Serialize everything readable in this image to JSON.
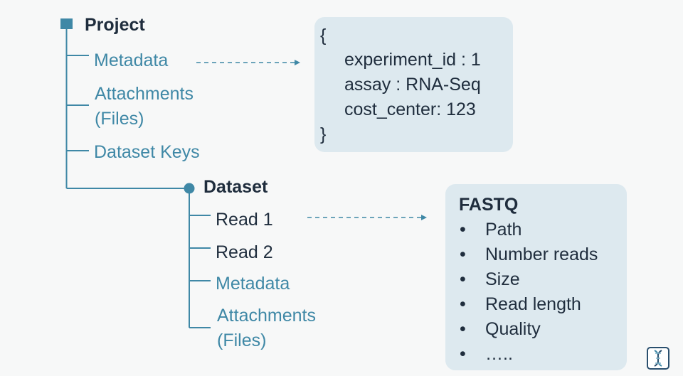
{
  "project": {
    "title": "Project",
    "items": [
      {
        "line1": "Metadata",
        "line2": ""
      },
      {
        "line1": "Attachments",
        "line2": "(Files)"
      },
      {
        "line1": "Dataset Keys",
        "line2": ""
      }
    ]
  },
  "dataset": {
    "title": "Dataset",
    "items": [
      {
        "line1": "Read 1",
        "line2": ""
      },
      {
        "line1": "Read 2",
        "line2": ""
      },
      {
        "line1": "Metadata",
        "line2": ""
      },
      {
        "line1": "Attachments",
        "line2": "(Files)"
      }
    ]
  },
  "metadata_box": {
    "lines": [
      "{",
      "experiment_id : 1",
      "assay : RNA-Seq",
      "cost_center: 123",
      "}"
    ]
  },
  "fastq_box": {
    "title": "FASTQ",
    "bullet": "•",
    "items": [
      "Path",
      "Number reads",
      "Size",
      "Read length",
      "Quality",
      "….."
    ]
  },
  "colors": {
    "tree_line": "#3f88a6",
    "label_teal": "#3f88a6",
    "text_dark": "#1f2d3d",
    "box_fill": "#dde9ef",
    "background": "#f7f8f8"
  },
  "icons": {
    "project_marker": "square-marker-icon",
    "dataset_marker": "circle-marker-icon",
    "logo": "dna-logo-icon"
  }
}
